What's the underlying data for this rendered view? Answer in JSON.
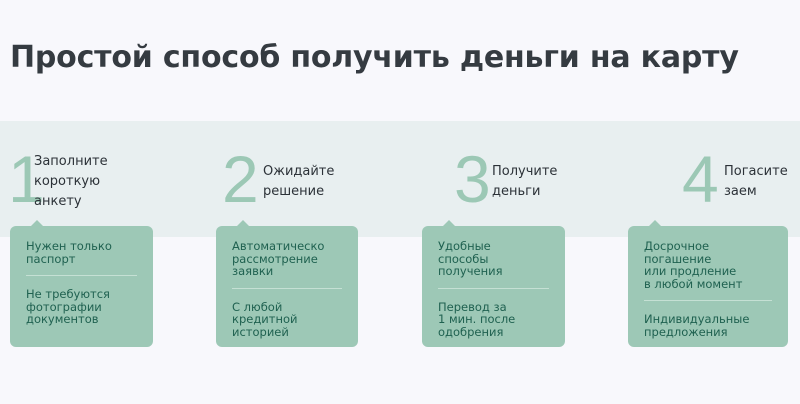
{
  "page": {
    "title": "Простой способ получить деньги на карту"
  },
  "colors": {
    "background": "#f8f8fc",
    "band": "#e8eff0",
    "accent_number": "#9cc8b5",
    "card_bg": "#9dc8b6",
    "card_text": "#1f6150",
    "title_text": "#353b41"
  },
  "steps": [
    {
      "number": "1",
      "title": "Заполните\nкороткую\nанкету",
      "features": [
        "Нужен только\nпаспорт",
        "Не требуются\nфотографии\nдокументов"
      ]
    },
    {
      "number": "2",
      "title": "Ожидайте\nрешение",
      "features": [
        "Автоматическо\nрассмотрение\nзаявки",
        "С любой\nкредитной\nисторией"
      ]
    },
    {
      "number": "3",
      "title": "Получите\nденьги",
      "features": [
        "Удобные\nспособы\nполучения",
        "Перевод за\n1 мин. после\nодобрения"
      ]
    },
    {
      "number": "4",
      "title": "Погасите\nзаем",
      "features": [
        "Досрочное погашение\nили продление\nв любой момент",
        "Индивидуальные\nпредложения"
      ]
    }
  ]
}
